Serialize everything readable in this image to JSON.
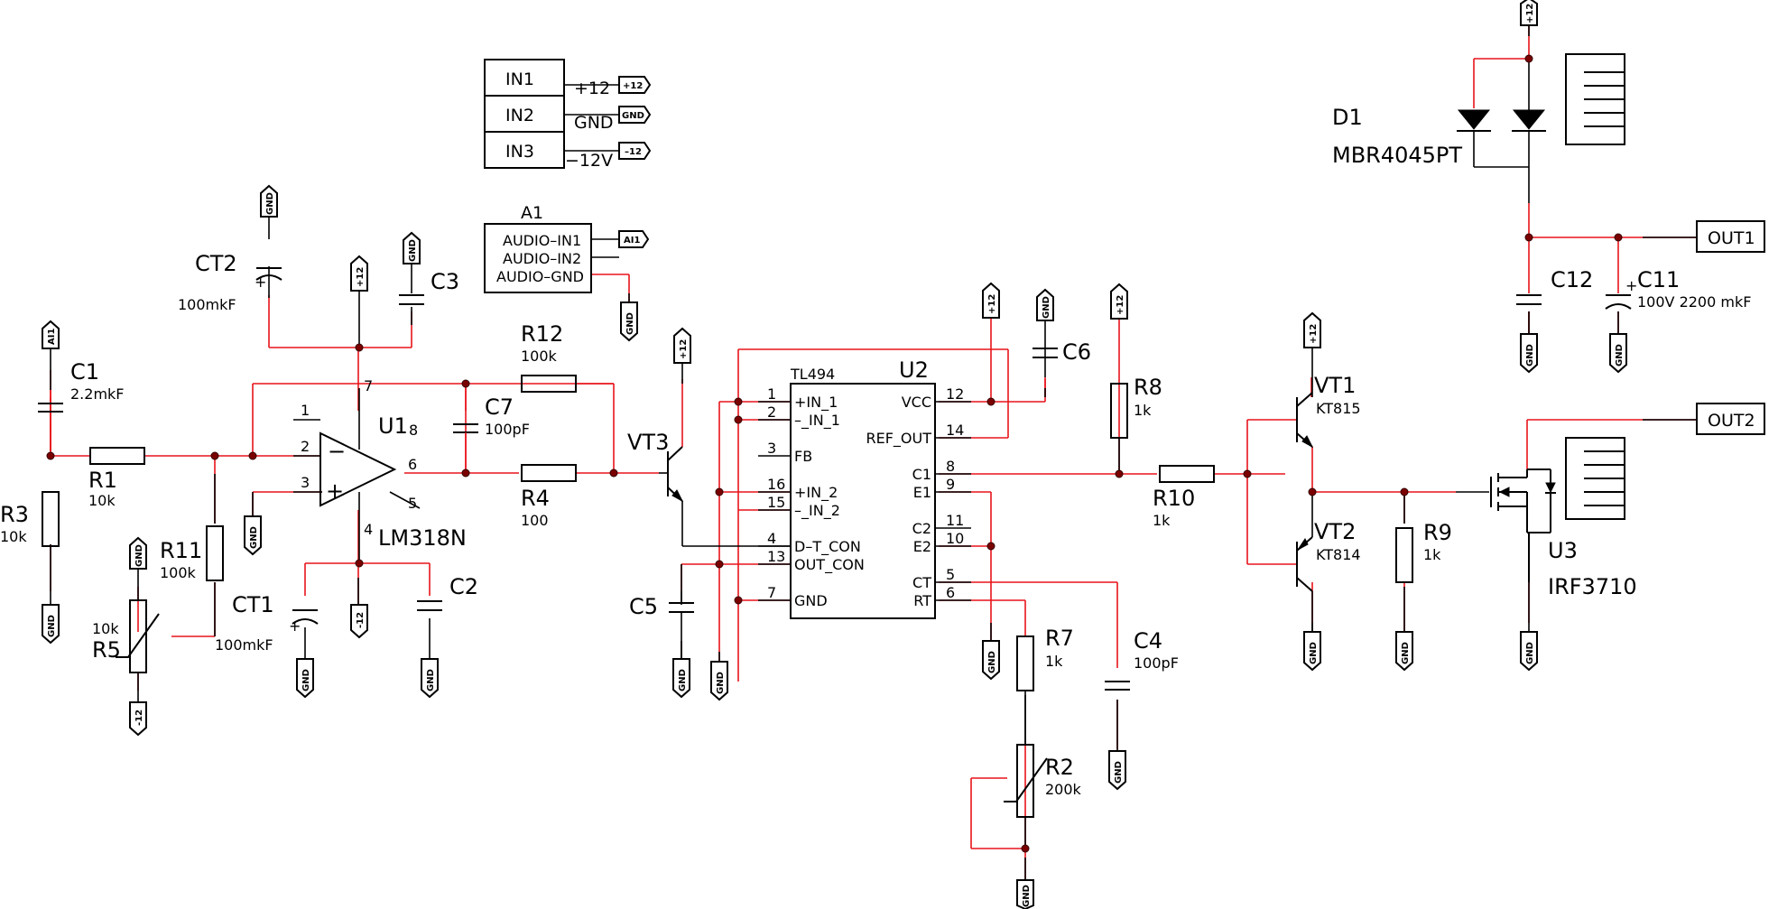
{
  "colors": {
    "wire": "#e8141b",
    "pin": "#000000",
    "junction": "#7a0000",
    "background": "#ffffff"
  },
  "power": {
    "vpos": "+12",
    "vneg": "-12",
    "neg_alt": "–12",
    "gnd": "GND",
    "ai": "AI1"
  },
  "connector_in": {
    "pins": [
      "IN1",
      "IN2",
      "IN3"
    ],
    "nets": [
      "+12",
      "GND",
      "−12V"
    ]
  },
  "connector_audio": {
    "ref": "A1",
    "pins": [
      "AUDIO–IN1",
      "AUDIO–IN2",
      "AUDIO–GND"
    ]
  },
  "outputs": {
    "out1": "OUT1",
    "out2": "OUT2"
  },
  "parts": {
    "C1": {
      "ref": "C1",
      "value": "2.2mkF"
    },
    "R1": {
      "ref": "R1",
      "value": "10k"
    },
    "R3": {
      "ref": "R3",
      "value": "10k"
    },
    "R11": {
      "ref": "R11",
      "value": "100k"
    },
    "R5": {
      "ref": "R5",
      "value": "10k"
    },
    "CT2": {
      "ref": "CT2",
      "value": "100mkF"
    },
    "C3": {
      "ref": "C3"
    },
    "CT1": {
      "ref": "CT1",
      "value": "100mkF"
    },
    "C2": {
      "ref": "C2"
    },
    "U1": {
      "ref": "U1",
      "part": "LM318N",
      "pin8": "8"
    },
    "C7": {
      "ref": "C7",
      "value": "100pF"
    },
    "R12": {
      "ref": "R12",
      "value": "100k"
    },
    "R4": {
      "ref": "R4",
      "value": "100"
    },
    "VT3": {
      "ref": "VT3"
    },
    "C5": {
      "ref": "C5"
    },
    "U2": {
      "ref": "U2",
      "part": "TL494"
    },
    "C6": {
      "ref": "C6"
    },
    "R8": {
      "ref": "R8",
      "value": "1k"
    },
    "R7": {
      "ref": "R7",
      "value": "1k"
    },
    "R2": {
      "ref": "R2",
      "value": "200k"
    },
    "C4": {
      "ref": "C4",
      "value": "100pF"
    },
    "R10": {
      "ref": "R10",
      "value": "1k"
    },
    "VT1": {
      "ref": "VT1",
      "part": "KT815"
    },
    "VT2": {
      "ref": "VT2",
      "part": "KT814"
    },
    "R9": {
      "ref": "R9",
      "value": "1k"
    },
    "U3": {
      "ref": "U3",
      "part": "IRF3710"
    },
    "D1": {
      "ref": "D1",
      "part": "MBR4045PT"
    },
    "C12": {
      "ref": "C12"
    },
    "C11": {
      "ref": "C11",
      "value": "100V 2200 mkF"
    }
  },
  "u1_pins": {
    "p1": "1",
    "p2": "2",
    "p3": "3",
    "p4": "4",
    "p5": "5",
    "p6": "6",
    "p7": "7"
  },
  "u2_pins_left": [
    {
      "num": "1",
      "name": "+IN_1"
    },
    {
      "num": "2",
      "name": "–_IN_1"
    },
    {
      "num": "3",
      "name": "FB"
    },
    {
      "num": "16",
      "name": "+IN_2"
    },
    {
      "num": "15",
      "name": "–_IN_2"
    },
    {
      "num": "4",
      "name": "D–T_CON"
    },
    {
      "num": "13",
      "name": "OUT_CON"
    },
    {
      "num": "7",
      "name": "GND"
    }
  ],
  "u2_pins_right": [
    {
      "num": "12",
      "name": "VCC"
    },
    {
      "num": "14",
      "name": "REF_OUT"
    },
    {
      "num": "8",
      "name": "C1"
    },
    {
      "num": "9",
      "name": "E1"
    },
    {
      "num": "11",
      "name": "C2"
    },
    {
      "num": "10",
      "name": "E2"
    },
    {
      "num": "5",
      "name": "CT"
    },
    {
      "num": "6",
      "name": "RT"
    }
  ]
}
